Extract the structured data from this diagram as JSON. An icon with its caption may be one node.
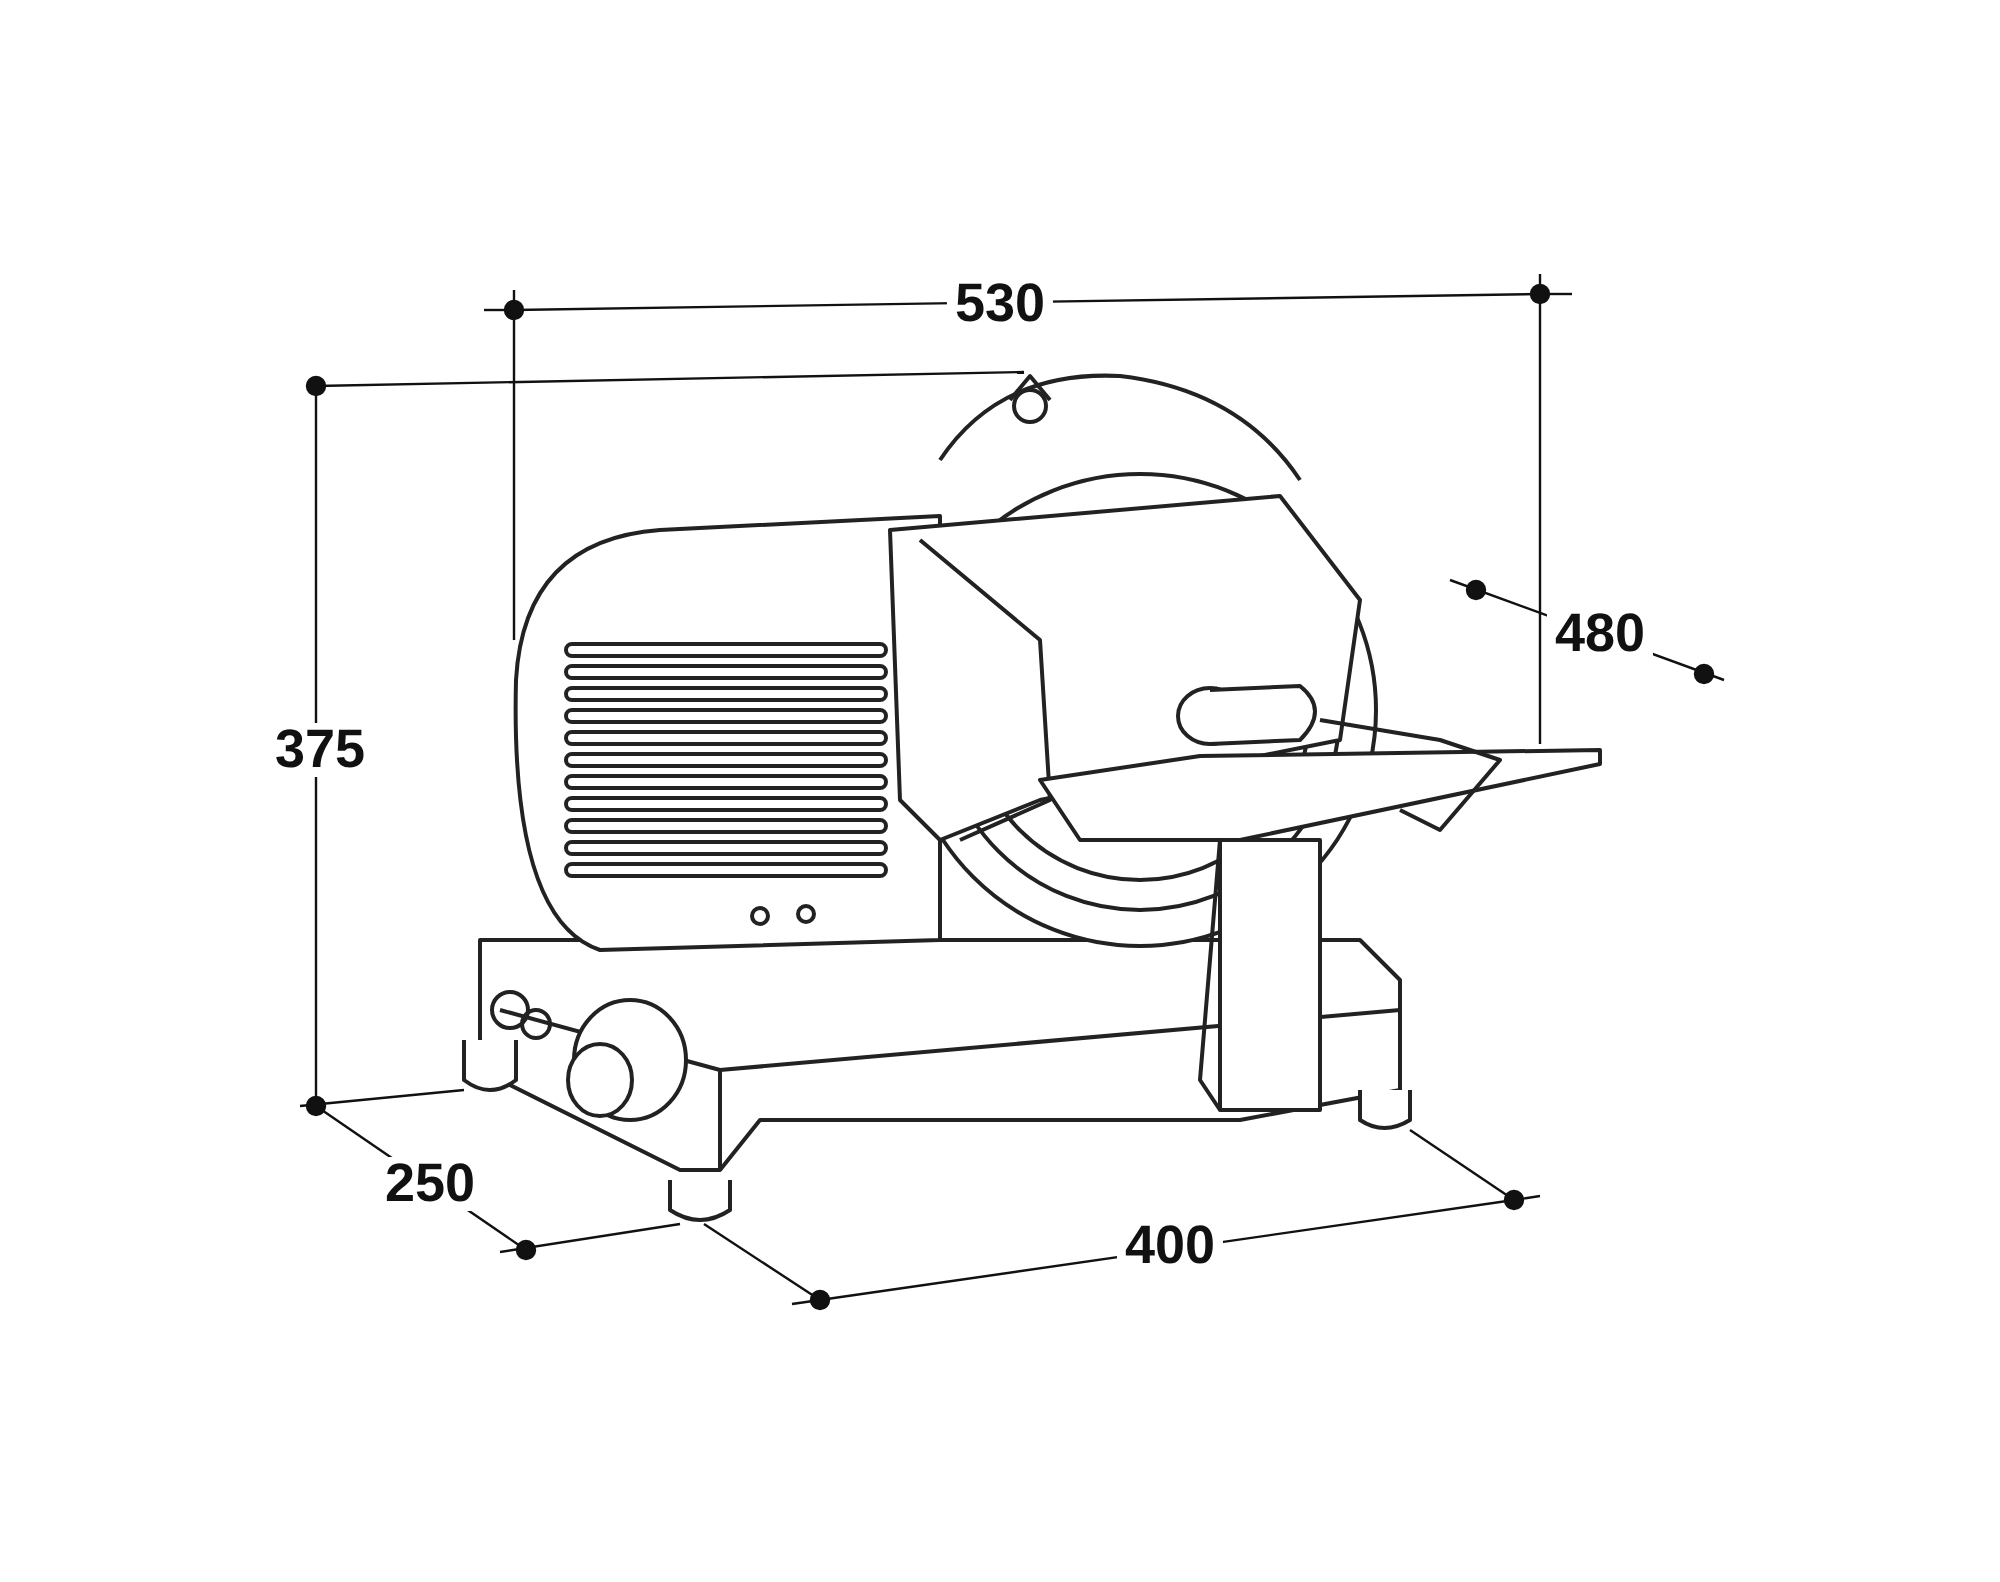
{
  "diagram": {
    "labels": [
      "530",
      "480",
      "375",
      "250",
      "400"
    ]
  }
}
